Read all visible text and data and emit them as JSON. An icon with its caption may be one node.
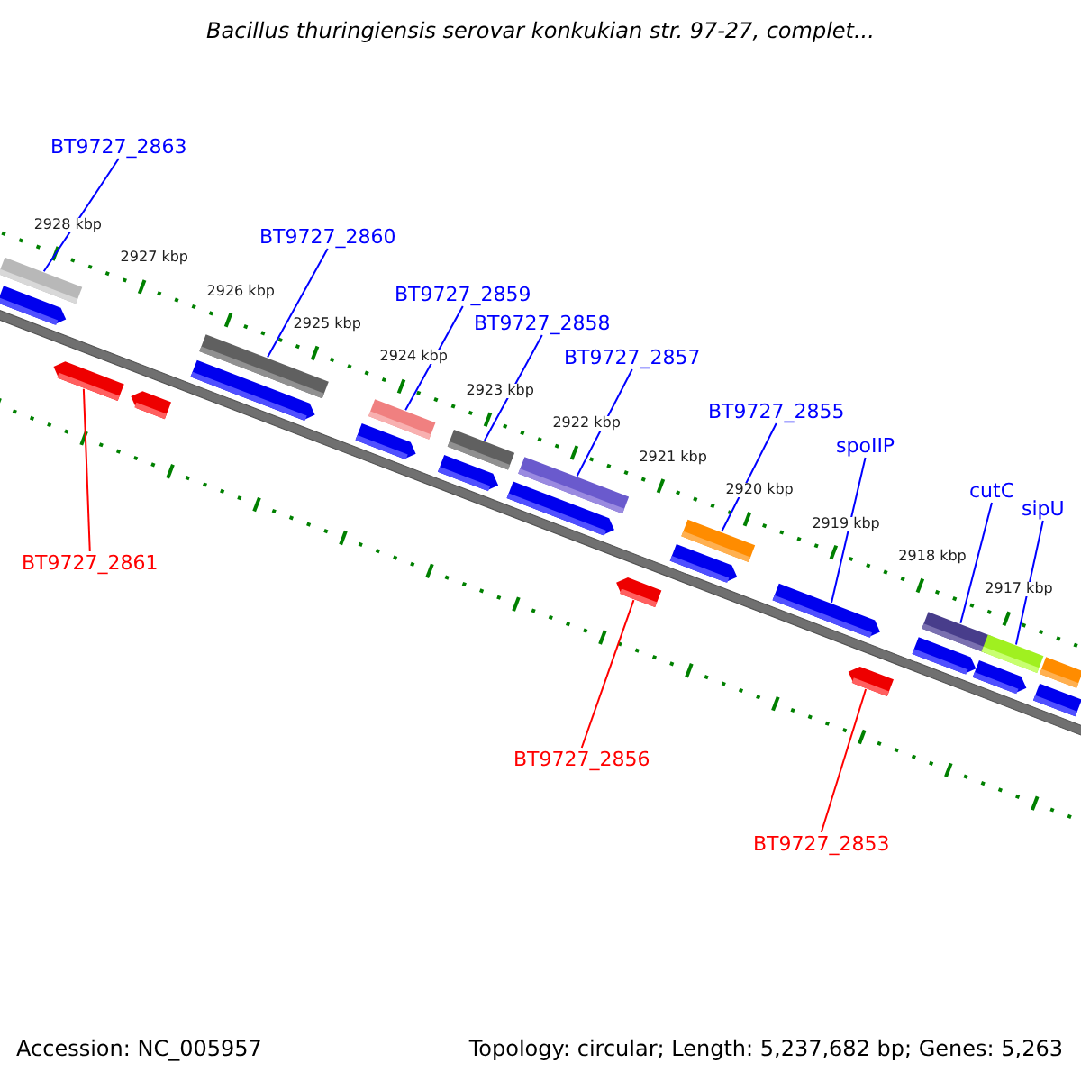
{
  "diagram": {
    "title": "Bacillus thuringiensis serovar konkukian str. 97-27, complet...",
    "nodes": [
      {
        "text": [
          "BT9727_2863"
        ]
      },
      {
        "text": [
          "BT9727_2860"
        ]
      },
      {
        "text": [
          "BT9727_2859"
        ]
      },
      {
        "text": [
          "BT9727_2858"
        ]
      },
      {
        "text": [
          "BT9727_2857"
        ]
      },
      {
        "text": [
          "BT9727_2855"
        ]
      },
      {
        "text": [
          "spoIIP"
        ]
      },
      {
        "text": [
          "cutC"
        ]
      },
      {
        "text": [
          "sipU"
        ]
      },
      {
        "text": [
          "BT9727_2861"
        ]
      },
      {
        "text": [
          "BT9727_2856"
        ]
      },
      {
        "text": [
          "BT9727_2853"
        ]
      },
      {
        "text": [],
        "shape": "pentagon"
      },
      {
        "text": [],
        "shape": "bar"
      },
      {
        "text": [],
        "shape": "pentagon"
      },
      {
        "text": [],
        "shape": "pentagon"
      },
      {
        "text": [],
        "shape": "pentagon"
      },
      {
        "text": [],
        "shape": "bar"
      },
      {
        "text": [],
        "shape": "pentagon"
      },
      {
        "text": [],
        "shape": "bar"
      },
      {
        "text": [],
        "shape": "pentagon"
      },
      {
        "text": [],
        "shape": "bar"
      },
      {
        "text": [],
        "shape": "pentagon"
      },
      {
        "text": [],
        "shape": "bar"
      },
      {
        "text": [],
        "shape": "pentagon"
      },
      {
        "text": [],
        "shape": "pentagon"
      },
      {
        "text": [],
        "shape": "bar"
      },
      {
        "text": [],
        "shape": "pentagon"
      },
      {
        "text": [],
        "shape": "pentagon"
      },
      {
        "text": [],
        "shape": "pentagon"
      },
      {
        "text": [],
        "shape": "bar"
      },
      {
        "text": [],
        "shape": "pentagon"
      },
      {
        "text": [],
        "shape": "bar"
      },
      {
        "text": [],
        "shape": "bar"
      },
      {
        "text": [],
        "shape": "pentagon"
      }
    ],
    "edges": [
      {
        "from": 0,
        "to": 13,
        "arrow": "none"
      },
      {
        "from": 1,
        "to": 17,
        "arrow": "none"
      },
      {
        "from": 2,
        "to": 19,
        "arrow": "none"
      },
      {
        "from": 3,
        "to": 21,
        "arrow": "none"
      },
      {
        "from": 4,
        "to": 23,
        "arrow": "none"
      },
      {
        "from": 5,
        "to": 26,
        "arrow": "none"
      },
      {
        "from": 6,
        "to": 27,
        "arrow": "none"
      },
      {
        "from": 7,
        "to": 30,
        "arrow": "none"
      },
      {
        "from": 8,
        "to": 32,
        "arrow": "none"
      },
      {
        "from": 9,
        "to": 14,
        "arrow": "none",
        "color": "#ff0000"
      },
      {
        "from": 10,
        "to": 24,
        "arrow": "none",
        "color": "#ff0000"
      },
      {
        "from": 11,
        "to": 28,
        "arrow": "none",
        "color": "#ff0000"
      }
    ],
    "labels": [
      "2928 kbp",
      "2927 kbp",
      "2926 kbp",
      "2925 kbp",
      "2924 kbp",
      "2923 kbp",
      "2922 kbp",
      "2921 kbp",
      "2920 kbp",
      "2919 kbp",
      "2918 kbp",
      "2917 kbp",
      "Accession: NC_005957",
      "Topology: circular; Length: 5,237,682 bp; Genes: 5,263"
    ]
  }
}
